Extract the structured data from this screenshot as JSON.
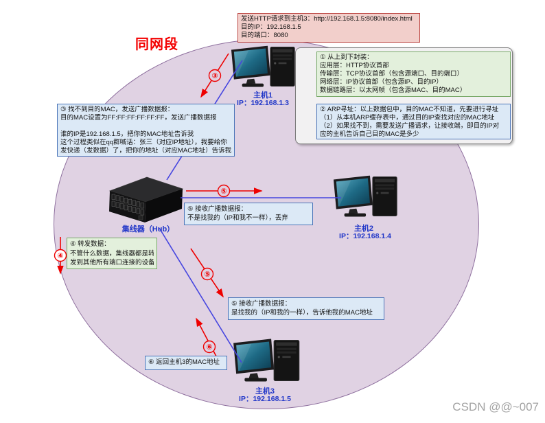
{
  "region_label": "同网段",
  "watermark": "CSDN @@~007",
  "top_box": {
    "lines": [
      "发送HTTP请求到主机3：http://192.168.1.5:8080/index.html",
      "目的IP：192.168.1.5",
      "目的端口：8080"
    ]
  },
  "panel": {
    "encapsulation_box": {
      "lines": [
        "① 从上到下封装：",
        "应用层：HTTP协议首部",
        "传输层：TCP协议首部（包含源端口、目的端口）",
        "网络层：IP协议首部（包含源IP、目的IP）",
        "数据链路层：以太网帧（包含源MAC、目的MAC）"
      ]
    },
    "arp_box": {
      "lines": [
        "② ARP寻址：以上数据包中，目的MAC不知道，先要进行寻址",
        "（1）从本机ARP缓存表中，通过目的IP查找对应的MAC地址",
        "（2）如果找不到，需要发送广播请求，让接收端，即目的IP对",
        "应的主机告诉自己目的MAC是多少"
      ]
    }
  },
  "broadcast_box": {
    "lines": [
      "③ 找不到目的MAC，发送广播数据报：",
      "目的MAC设置为FF:FF:FF:FF:FF:FF，发送广播数据报",
      "",
      "谁的IP是192.168.1.5，把你的MAC地址告诉我",
      "这个过程类似在qq群喊话：张三（对应IP地址），我要给你",
      "发快递（发数据）了，把你的地址（对应MAC地址）告诉我"
    ]
  },
  "forward_box": {
    "lines": [
      "④ 转发数据：",
      "不管什么数据，集线器都是转",
      "发到其他所有端口连接的设备"
    ]
  },
  "host2_receive_box": {
    "lines": [
      "⑤ 接收广播数据报：",
      "不是找我的（IP和我不一样），丢弃"
    ]
  },
  "host3_receive_box": {
    "lines": [
      "⑤ 接收广播数据报：",
      "是找我的（IP和我的一样），告诉他我的MAC地址"
    ]
  },
  "reply_box": {
    "text": "⑥ 返回主机3的MAC地址"
  },
  "hub": {
    "label": "集线器（Hub）"
  },
  "hosts": [
    {
      "name": "主机1",
      "ip": "IP：192.168.1.3"
    },
    {
      "name": "主机2",
      "ip": "IP：192.168.1.4"
    },
    {
      "name": "主机3",
      "ip": "IP：192.168.1.5"
    }
  ],
  "steps": [
    {
      "num": "①"
    },
    {
      "num": "②"
    },
    {
      "num": "③"
    },
    {
      "num": "④"
    },
    {
      "num": "⑤"
    },
    {
      "num": "⑤"
    },
    {
      "num": "⑥"
    }
  ],
  "colors": {
    "ellipse_fill": "#e0d2e3",
    "ellipse_border": "#8e6f9e",
    "pink_fill": "#f2cfcb",
    "pink_border": "#bb4440",
    "blue_fill": "#dce9f6",
    "blue_border": "#4a74b8",
    "green_fill": "#e3f0dc",
    "green_border": "#76a866",
    "panel_fill": "#f2f1f2",
    "arrow_red": "#ee0000",
    "line_blue": "#4646e0",
    "label_blue": "#2036c8",
    "segment_red": "#f30000"
  }
}
